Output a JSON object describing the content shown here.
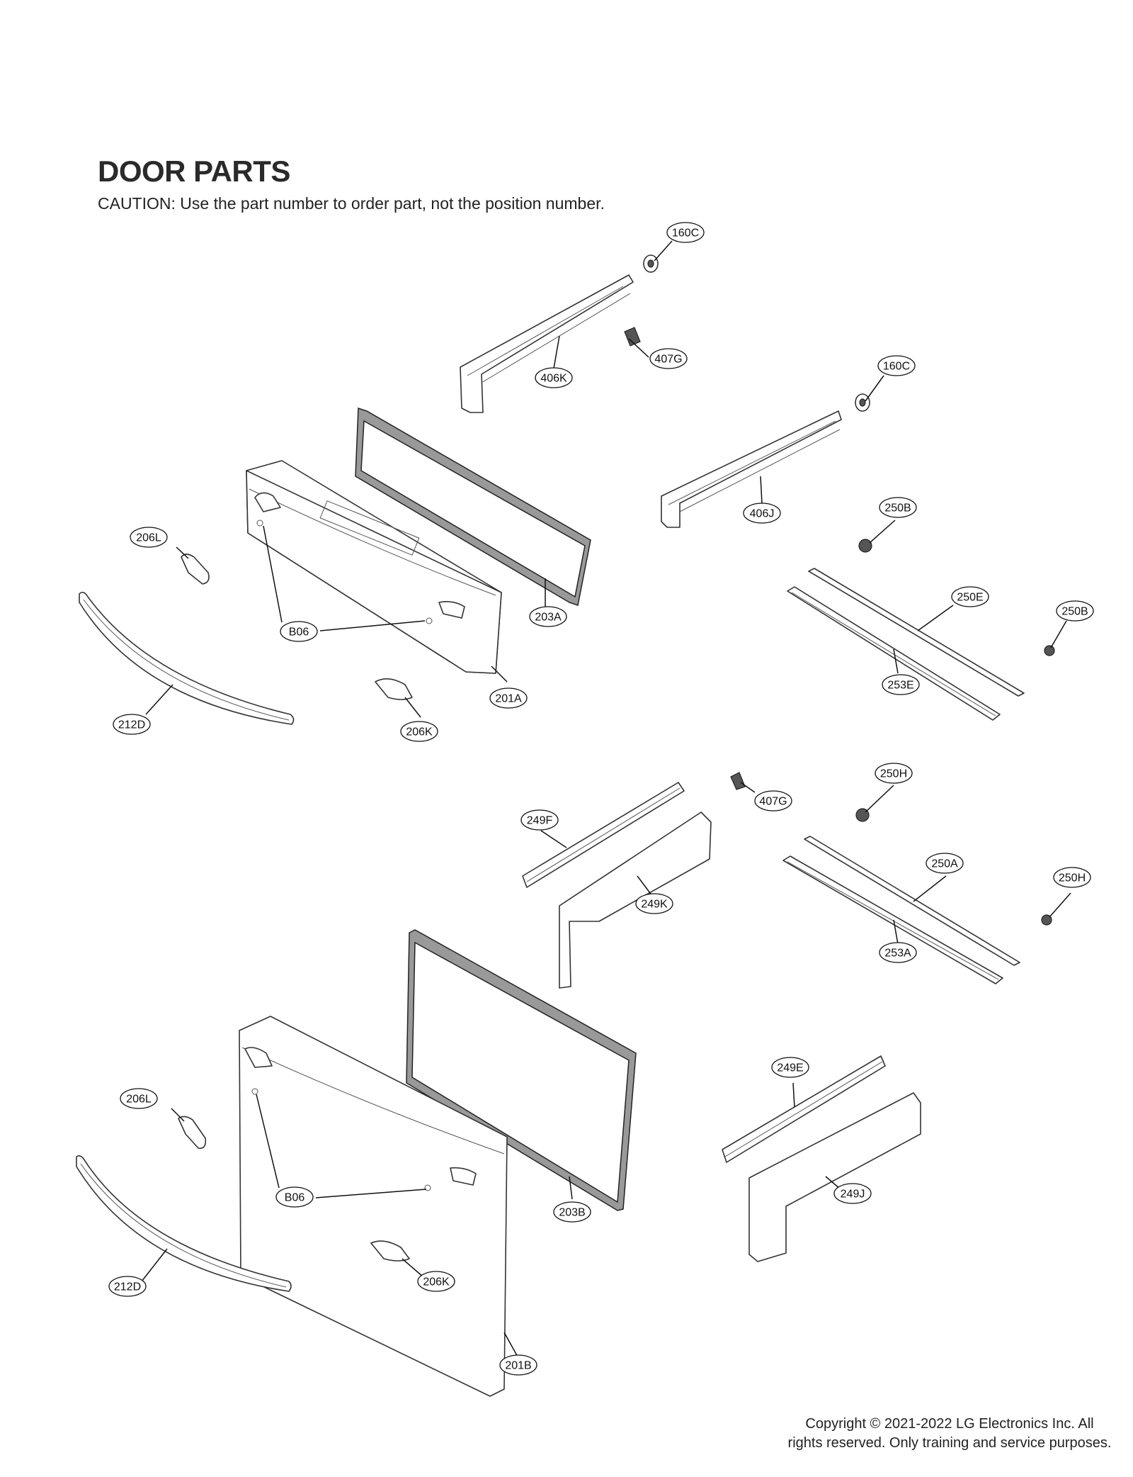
{
  "title": "DOOR PARTS",
  "caution": "CAUTION: Use the part number to order part, not the position number.",
  "copyright": "Copyright © 2021-2022 LG Electronics Inc. All rights reserved. Only training and service purposes.",
  "callouts": [
    "160C",
    "407G",
    "406K",
    "160C",
    "406J",
    "250B",
    "206L",
    "203A",
    "250E",
    "250B",
    "B06",
    "253E",
    "201A",
    "212D",
    "206K",
    "250H",
    "407G",
    "249F",
    "250A",
    "250H",
    "249K",
    "253A",
    "249E",
    "206L",
    "B06",
    "203B",
    "249J",
    "206K",
    "212D",
    "201B"
  ]
}
